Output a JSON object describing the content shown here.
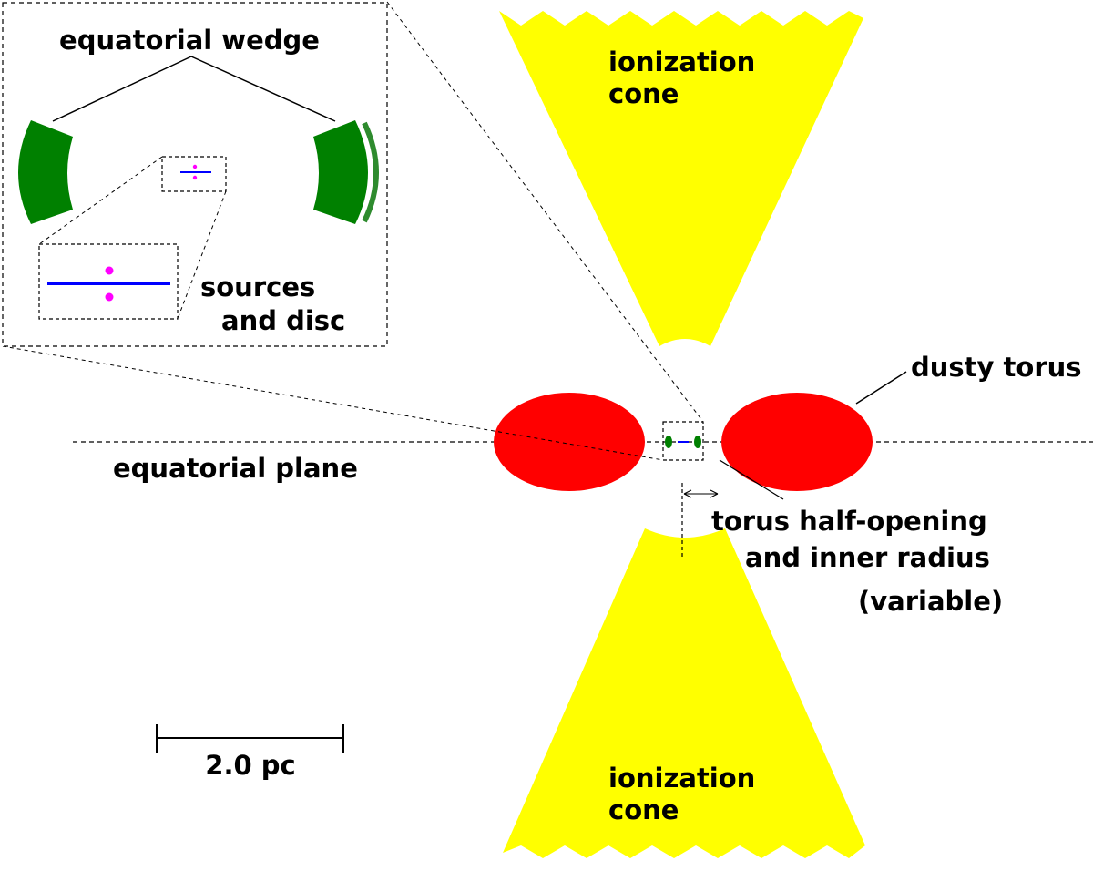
{
  "labels": {
    "equatorial_wedge": "equatorial wedge",
    "ionization_top_line1": "ionization",
    "ionization_top_line2": "cone",
    "ionization_bottom_line1": "ionization",
    "ionization_bottom_line2": "cone",
    "sources_line1": "sources",
    "sources_line2": "and disc",
    "dusty_torus": "dusty torus",
    "equatorial_plane": "equatorial plane",
    "torus_line1": "torus half-opening",
    "torus_line2": "and inner radius",
    "torus_line3": "(variable)",
    "scale_bar": "2.0 pc"
  },
  "colors": {
    "ionization_cone": "#ffff00",
    "dusty_torus": "#ff0000",
    "wedge": "#008000",
    "disc": "#0000ff",
    "sources": "#ff00ff"
  }
}
